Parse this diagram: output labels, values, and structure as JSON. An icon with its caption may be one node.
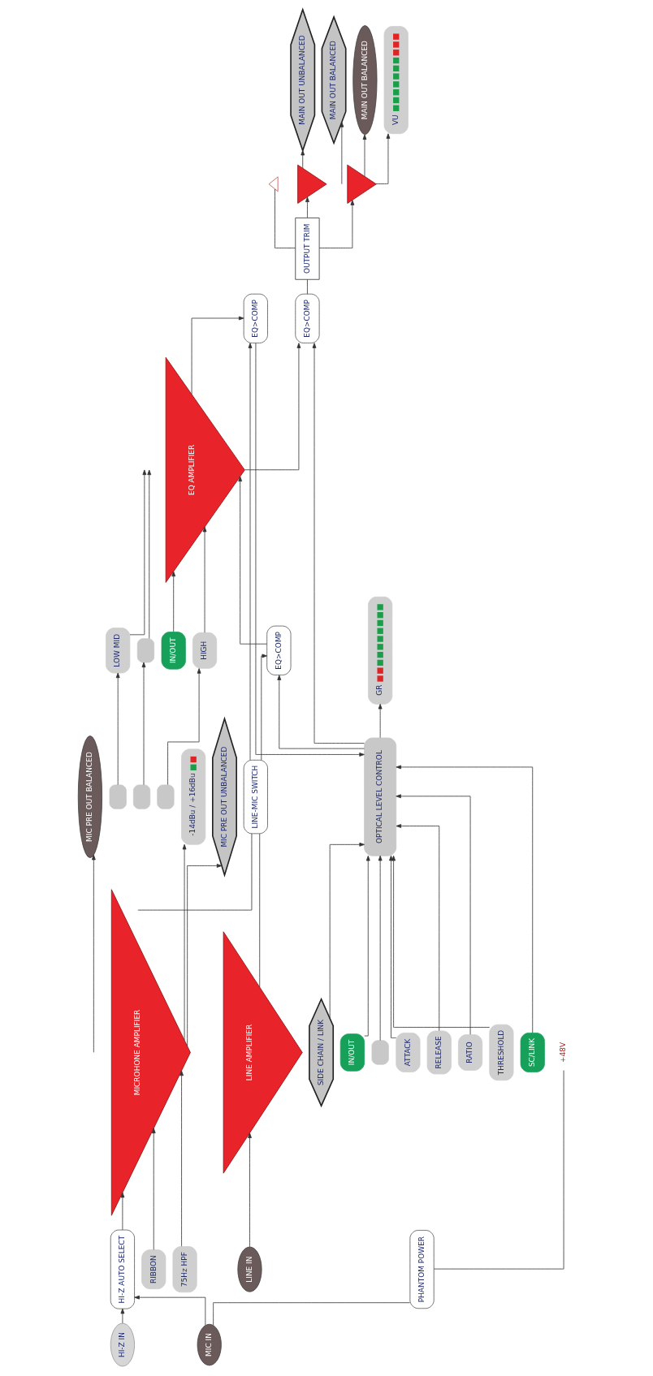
{
  "diagram": {
    "nodes": [
      {
        "text": [
          "SIDE CHAIN / LINK"
        ]
      },
      {
        "text": [
          "LINE IN"
        ]
      },
      {
        "text": [
          "MIC IN"
        ]
      },
      {
        "text": [
          "HI-Z IN"
        ]
      },
      {
        "text": [
          "PHANTOM POWER"
        ]
      },
      {
        "text": [
          "+48V"
        ]
      },
      {
        "text": [
          "HI-Z AUTO SELECT"
        ]
      },
      {
        "text": [
          "MICROHONE AMPLIFIER"
        ]
      },
      {
        "text": [
          "RIBBON"
        ]
      },
      {
        "text": [
          "75Hz HPF"
        ]
      },
      {
        "text": [
          "LINE AMPLIFIER"
        ]
      },
      {
        "text": [
          "LINE-MIC SWITCH"
        ]
      },
      {
        "text": [
          "-14dBu / +16dBu"
        ]
      },
      {
        "text": [
          "EQ>COMP"
        ]
      },
      {
        "text": [
          "EQ AMPLIFIER"
        ]
      },
      {
        "text": [
          "IN/OUT"
        ]
      },
      {
        "text": [
          "LOW MID"
        ]
      },
      {
        "text": [],
        "shape": "box"
      },
      {
        "text": [
          "HIGH"
        ]
      },
      {
        "text": [],
        "shape": "box"
      },
      {
        "text": [],
        "shape": "box"
      },
      {
        "text": [],
        "shape": "box"
      },
      {
        "text": [
          "EQ>COMP"
        ]
      },
      {
        "text": [
          "OPTICAL LEVEL CONTROL"
        ]
      },
      {
        "text": [
          "IN/OUT"
        ]
      },
      {
        "text": [],
        "shape": "box"
      },
      {
        "text": [
          "ATTACK"
        ]
      },
      {
        "text": [
          "RELEASE"
        ]
      },
      {
        "text": [
          "RATIO"
        ]
      },
      {
        "text": [
          "THRESHOLD"
        ]
      },
      {
        "text": [
          "SC/LINK"
        ]
      },
      {
        "text": [
          "GR"
        ]
      },
      {
        "text": [
          "EQ>COMP"
        ]
      },
      {
        "text": [
          "OUTPUT TRIM"
        ]
      },
      {
        "text": [],
        "shape": "triangle"
      },
      {
        "text": [],
        "shape": "triangle"
      },
      {
        "text": [],
        "shape": "triangle"
      },
      {
        "text": [
          "VU"
        ]
      },
      {
        "text": [
          "MAIN OUT UNBALANCED"
        ]
      },
      {
        "text": [
          "MAIN OUT BALANCED"
        ]
      },
      {
        "text": [
          "MAIN OUT BALANCED"
        ]
      },
      {
        "text": [
          "MIC PRE OUT UNBALANCED"
        ]
      },
      {
        "text": [
          "MIC PRE OUT BALANCED"
        ]
      }
    ],
    "edges": [
      {
        "from": 1,
        "to": 10,
        "arrow": "to"
      },
      {
        "from": 2,
        "to": 4,
        "arrow": "none"
      },
      {
        "from": 4,
        "to": 5,
        "arrow": "none"
      },
      {
        "from": 2,
        "to": 6,
        "arrow": "to"
      },
      {
        "from": 3,
        "to": 6,
        "arrow": "to"
      },
      {
        "from": 6,
        "to": 7,
        "arrow": "to"
      },
      {
        "from": 8,
        "to": 7,
        "arrow": "to"
      },
      {
        "from": 9,
        "to": 7,
        "arrow": "to"
      },
      {
        "from": 7,
        "to": 12,
        "arrow": "to"
      },
      {
        "from": 7,
        "to": 11,
        "arrow": "none"
      },
      {
        "from": 10,
        "to": 11,
        "arrow": "none"
      },
      {
        "from": 7,
        "to": 41,
        "arrow": "to"
      },
      {
        "from": 7,
        "to": 42,
        "arrow": "to"
      },
      {
        "from": 11,
        "to": 13,
        "arrow": "to"
      },
      {
        "from": 11,
        "to": 22,
        "arrow": "to"
      },
      {
        "from": 13,
        "to": 14,
        "arrow": "to"
      },
      {
        "from": 15,
        "to": 14,
        "arrow": "to"
      },
      {
        "from": 16,
        "to": 14,
        "arrow": "to"
      },
      {
        "from": 17,
        "to": 14,
        "arrow": "to"
      },
      {
        "from": 18,
        "to": 14,
        "arrow": "to"
      },
      {
        "from": 19,
        "to": 16,
        "arrow": "to"
      },
      {
        "from": 20,
        "to": 17,
        "arrow": "to"
      },
      {
        "from": 21,
        "to": 18,
        "arrow": "to"
      },
      {
        "from": 14,
        "to": 22,
        "arrow": "to"
      },
      {
        "from": 14,
        "to": 32,
        "arrow": "to"
      },
      {
        "from": 0,
        "to": 23,
        "arrow": "to"
      },
      {
        "from": 22,
        "to": 23,
        "arrow": "to"
      },
      {
        "from": 24,
        "to": 23,
        "arrow": "to"
      },
      {
        "from": 25,
        "to": 23,
        "arrow": "to"
      },
      {
        "from": 26,
        "to": 23,
        "arrow": "to"
      },
      {
        "from": 27,
        "to": 23,
        "arrow": "to"
      },
      {
        "from": 28,
        "to": 23,
        "arrow": "to"
      },
      {
        "from": 29,
        "to": 23,
        "arrow": "to"
      },
      {
        "from": 30,
        "to": 23,
        "arrow": "to"
      },
      {
        "from": 23,
        "to": 31,
        "arrow": "to"
      },
      {
        "from": 23,
        "to": 13,
        "arrow": "to"
      },
      {
        "from": 23,
        "to": 32,
        "arrow": "to"
      },
      {
        "from": 32,
        "to": 33,
        "arrow": "none"
      },
      {
        "from": 33,
        "to": 34,
        "arrow": "none"
      },
      {
        "from": 33,
        "to": 35,
        "arrow": "to"
      },
      {
        "from": 33,
        "to": 36,
        "arrow": "to"
      },
      {
        "from": 35,
        "to": 38,
        "arrow": "to"
      },
      {
        "from": 36,
        "to": 39,
        "arrow": "to"
      },
      {
        "from": 36,
        "to": 40,
        "arrow": "to"
      },
      {
        "from": 36,
        "to": 37,
        "arrow": "to"
      }
    ]
  }
}
